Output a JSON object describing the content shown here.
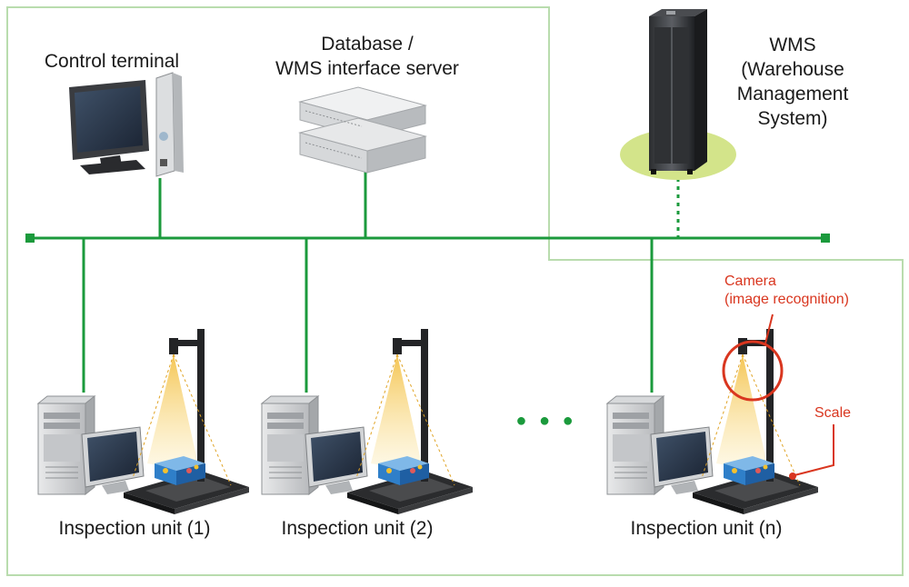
{
  "labels": {
    "control_terminal": "Control terminal",
    "db_server_line1": "Database /",
    "db_server_line2": "WMS interface server",
    "wms_line1": "WMS",
    "wms_line2": "(Warehouse",
    "wms_line3": "Management",
    "wms_line4": "System)",
    "camera_line1": "Camera",
    "camera_line2": "(image recognition)",
    "scale": "Scale",
    "unit_1": "Inspection unit (1)",
    "unit_2": "Inspection unit (2)",
    "unit_n": "Inspection unit (n)",
    "ellipsis": "● ● ●"
  },
  "colors": {
    "network": "#1b9a3c",
    "region_border": "#b9dcae",
    "region_fill": "#ffffff",
    "wms_ellipse": "#d3e48a",
    "annotation": "#d9361f",
    "text": "#1a1a1a"
  },
  "icons": {
    "control_terminal": "monitor-with-tower-icon",
    "db_server": "rack-server-icon",
    "wms": "server-tower-icon",
    "inspection_unit": "inspection-station-icon"
  }
}
